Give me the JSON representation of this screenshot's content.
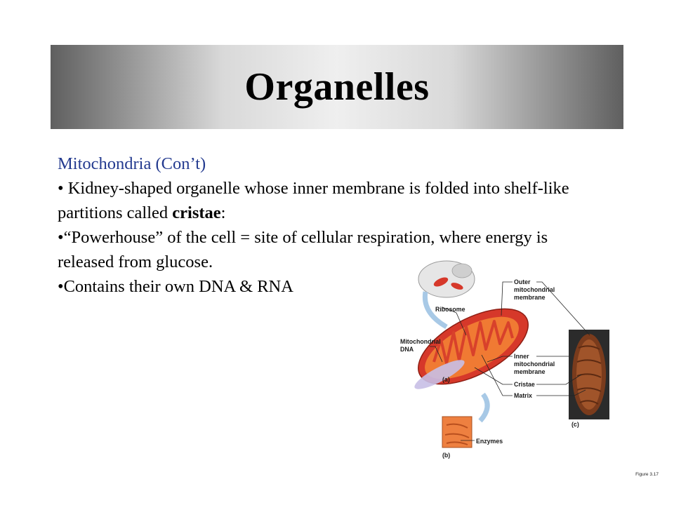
{
  "title": "Organelles",
  "subheading": "Mitochondria (Con’t)",
  "bullets": [
    {
      "pre": "• Kidney-shaped organelle whose inner membrane is folded into shelf-like partitions called ",
      "bold": "cristae",
      "post": ":"
    },
    {
      "text": "•“Powerhouse” of the cell = site of cellular respiration, where energy is released from glucose."
    },
    {
      "text": "•Contains their own DNA & RNA"
    }
  ],
  "figure": {
    "labels": {
      "outer_membrane": [
        "Outer",
        "mitochondrial",
        "membrane"
      ],
      "ribosome": "Ribosome",
      "mito_dna": [
        "Mitochondrial",
        "DNA"
      ],
      "inner_membrane": [
        "Inner",
        "mitochondrial",
        "membrane"
      ],
      "cristae": "Cristae",
      "matrix": "Matrix",
      "enzymes": "Enzymes",
      "panel_a": "(a)",
      "panel_b": "(b)",
      "panel_c": "(c)"
    },
    "caption": "Figure 3.17",
    "colors": {
      "membrane": "#d6382a",
      "interior": "#f07a33",
      "micrograph": "#7a3b1c"
    }
  }
}
